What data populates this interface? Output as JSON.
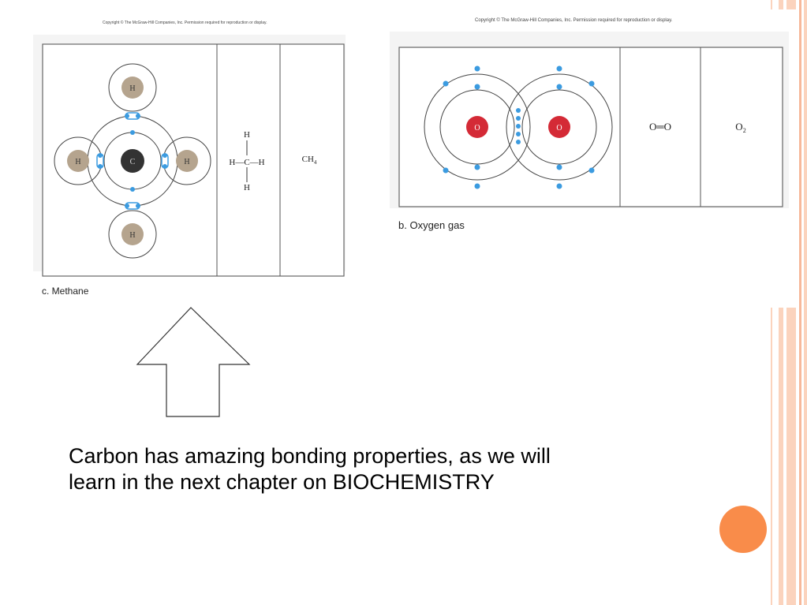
{
  "methane": {
    "copyright": "Copyright © The McGraw-Hill Companies, Inc. Permission required for reproduction or display.",
    "caption": "c. Methane",
    "atoms": {
      "center": "C",
      "outer": "H"
    },
    "structural": {
      "top": "H",
      "left": "H—C—H",
      "bottom": "H"
    },
    "formula": "CH",
    "formula_sub": "4"
  },
  "oxygen": {
    "copyright": "Copyright © The McGraw-Hill Companies, Inc. Permission required for reproduction or display.",
    "caption": "b. Oxygen gas",
    "atom": "O",
    "structural": "O═O",
    "formula": "O",
    "formula_sub": "2"
  },
  "body": {
    "line1": "Carbon has amazing bonding properties, as we will",
    "line2": "learn in the next chapter on BIOCHEMISTRY"
  },
  "colors": {
    "accent_orange": "#f98c4a",
    "stripe_light": "#fbd3bd",
    "electron_blue": "#3b9be0",
    "oxygen_red": "#d42a36",
    "carbon_dark": "#333333",
    "hydrogen_tan": "#b5a48e"
  }
}
